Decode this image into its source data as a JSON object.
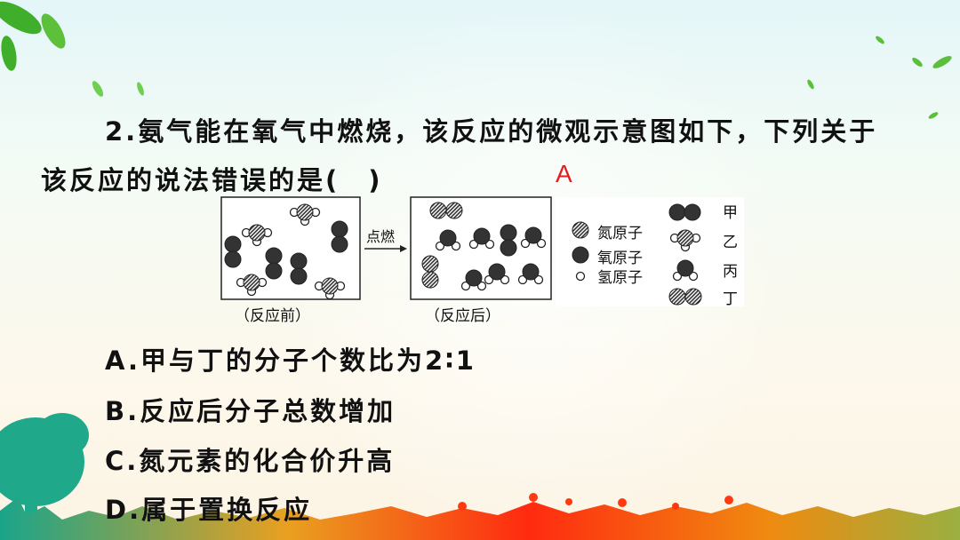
{
  "question": {
    "line1": "2.氨气能在氧气中燃烧，该反应的微观示意图如下，下列关于",
    "line2": "该反应的说法错误的是(　)",
    "answer": "A"
  },
  "diagram": {
    "arrow_label": "点燃",
    "before_caption": "（反应前）",
    "after_caption": "（反应后）",
    "atom_legend": [
      "氮原子",
      "氧原子",
      "氢原子"
    ],
    "molecule_legend": [
      "甲",
      "乙",
      "丙",
      "丁"
    ]
  },
  "options": [
    "A.甲与丁的分子个数比为2∶1",
    "B.反应后分子总数增加",
    "C.氮元素的化合价升高",
    "D.属于置换反应"
  ],
  "colors": {
    "answer": "#e02020",
    "oxygen": "#333333",
    "text": "#111111"
  }
}
